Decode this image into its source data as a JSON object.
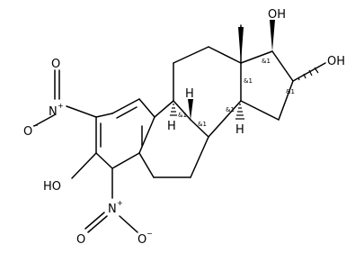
{
  "labels": {
    "oh_17": "OH",
    "oh_16": "OH",
    "oh_3": "HO",
    "no2_top_n": "N",
    "no2_top_nplus": "+",
    "no2_top_o_left": "O",
    "no2_top_o_minus_o": "O",
    "no2_top_minus": "−",
    "no2_bottom_n": "N",
    "no2_bottom_nplus": "+",
    "no2_bottom_o_up": "O",
    "no2_bottom_o_minus_o": "O",
    "no2_bottom_minus": "−",
    "h_9": "H",
    "h_8": "H",
    "h_14": "H",
    "stereo_c9": "&1",
    "stereo_c8": "&1",
    "stereo_c14": "&1",
    "stereo_c13": "&1",
    "stereo_c17": "&1",
    "stereo_c16": "&1"
  }
}
